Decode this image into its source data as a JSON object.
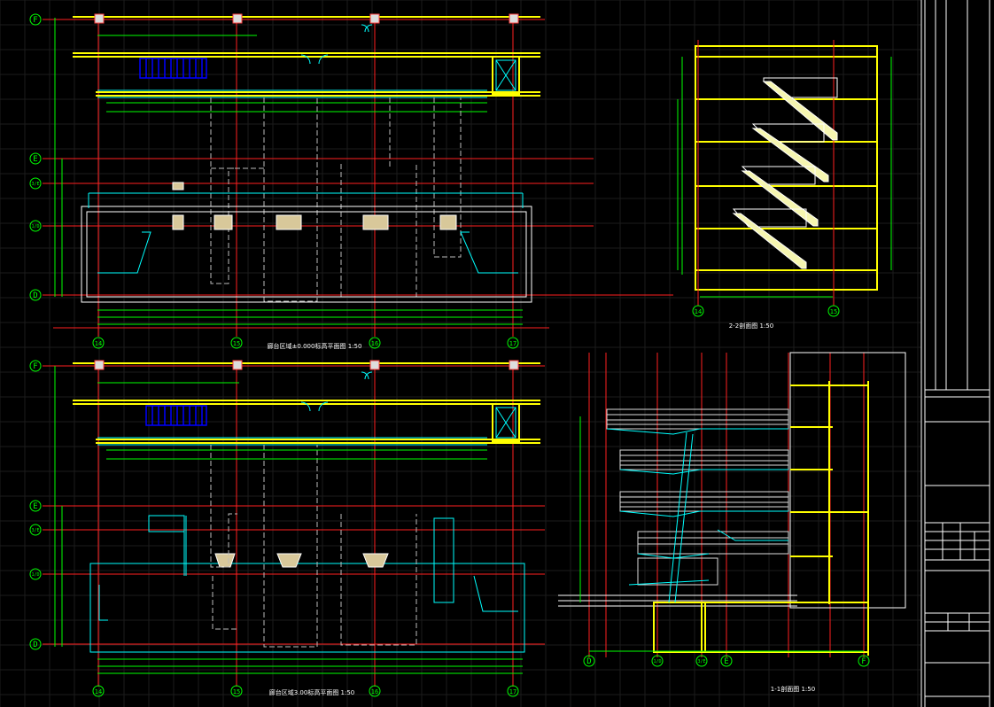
{
  "drawings": {
    "plan_top": {
      "title": "廊台区域±0.000标高平面图 1:50",
      "col_axes": [
        "14",
        "15",
        "16",
        "17"
      ],
      "row_axes": [
        "F",
        "E",
        "3/E",
        "1/D",
        "D"
      ]
    },
    "plan_bottom": {
      "title": "廊台区域3.00标高平面图 1:50",
      "col_axes": [
        "14",
        "15",
        "16",
        "17"
      ],
      "row_axes": [
        "F",
        "E",
        "3/E",
        "1/D",
        "D"
      ]
    },
    "section_22": {
      "title": "2-2剖面图 1:50",
      "axes": [
        "14",
        "15"
      ]
    },
    "section_11": {
      "title": "1-1剖面图 1:50",
      "axes": [
        "D",
        "1/D",
        "3/E",
        "E",
        "F"
      ]
    }
  },
  "colors": {
    "grid": "#1c1c1c",
    "axis": "#ff2020",
    "axis_circle": "#00ff00",
    "wall": "#ffff00",
    "window": "#00ffff",
    "dimension": "#00ff00",
    "hidden": "#bbbbbb",
    "stair": "#0000ff",
    "frame": "#ffffff"
  }
}
